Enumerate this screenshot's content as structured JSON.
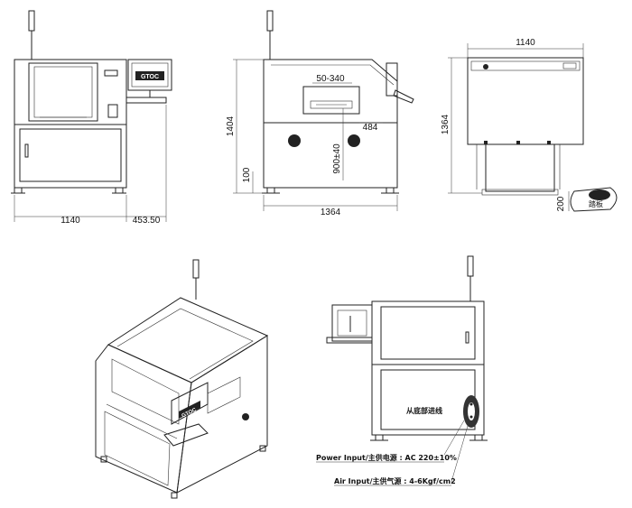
{
  "front_view": {
    "width_label": "1140",
    "offset_label": "453.50",
    "monitor_brand": "GTOC"
  },
  "side_view": {
    "height_label": "1404",
    "range_label": "50-340",
    "depth_label": "484",
    "conveyor_label": "900±40",
    "foot_label": "100",
    "width_label": "1364"
  },
  "top_view": {
    "width_label": "1140",
    "height_label": "1364",
    "foot_label": "200",
    "pedal_label": "踏板"
  },
  "rear_view": {
    "center_note": "从底部进线",
    "power_note": "Power Input/主供电源 : AC 220±10%",
    "air_note": "Air Input/主供气源 : 4-6Kgf/cm2"
  },
  "iso_view": {
    "monitor_brand": "GTOC"
  }
}
